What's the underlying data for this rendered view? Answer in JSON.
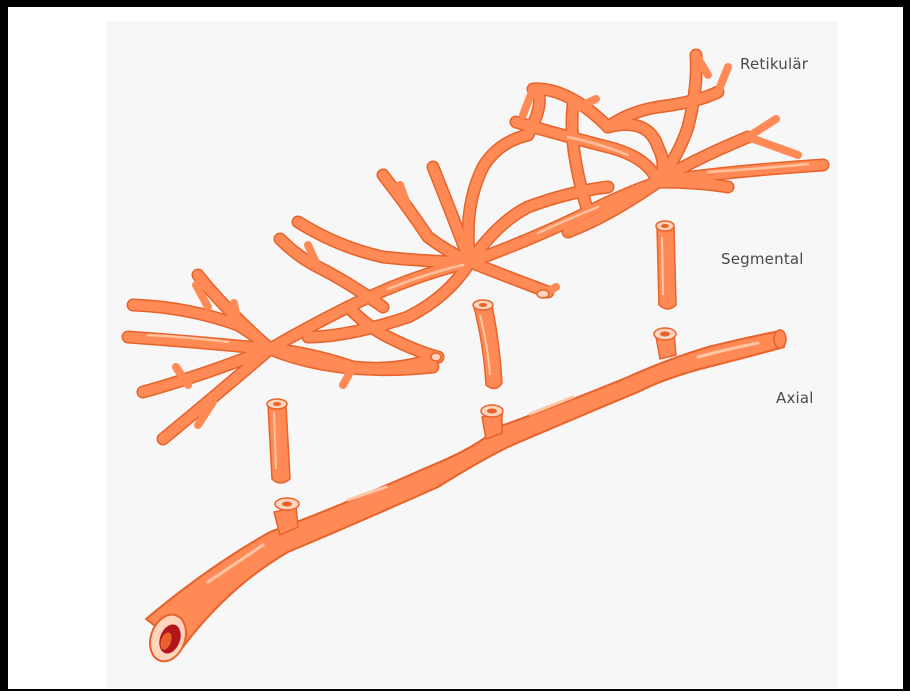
{
  "labels": {
    "reticular": "Retikulär",
    "segmental": "Segmental",
    "axial": "Axial"
  },
  "colors": {
    "vessel": "#ff8a55",
    "vessel_dark": "#e8622a",
    "highlight": "#ffc6a6",
    "lumen": "#b3151c",
    "background": "#f7f7f7",
    "frame": "#000000"
  }
}
